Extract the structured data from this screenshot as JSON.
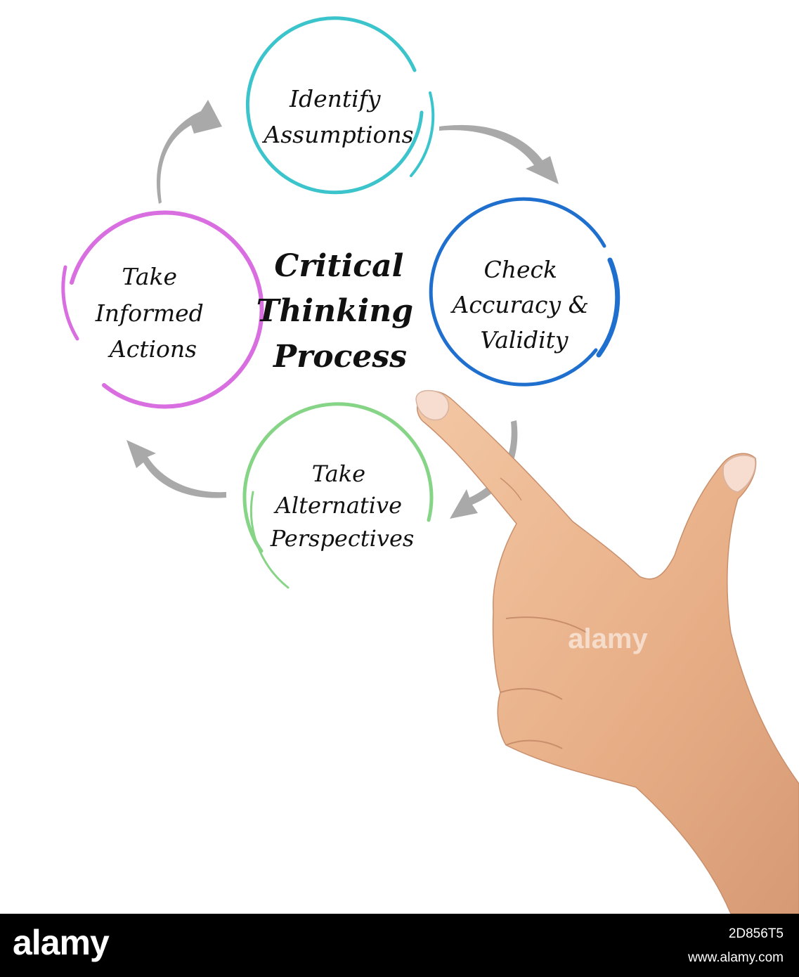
{
  "diagram": {
    "title_lines": [
      "Critical",
      "Thinking",
      "Process"
    ],
    "steps": [
      {
        "lines": [
          "Identify",
          "Assumptions"
        ],
        "color": "#3cc4cc"
      },
      {
        "lines": [
          "Check",
          "Accuracy &",
          "Validity"
        ],
        "color": "#1f6fcf"
      },
      {
        "lines": [
          "Take",
          "Alternative",
          "Perspectives"
        ],
        "color": "#86d486"
      },
      {
        "lines": [
          "Take",
          "Informed",
          "Actions"
        ],
        "color": "#d86ee0"
      }
    ],
    "arrow_color": "#a9a9a9"
  },
  "watermark": "alamy",
  "footer": {
    "logo": "alamy",
    "image_id": "2D856T5",
    "site": "www.alamy.com"
  }
}
